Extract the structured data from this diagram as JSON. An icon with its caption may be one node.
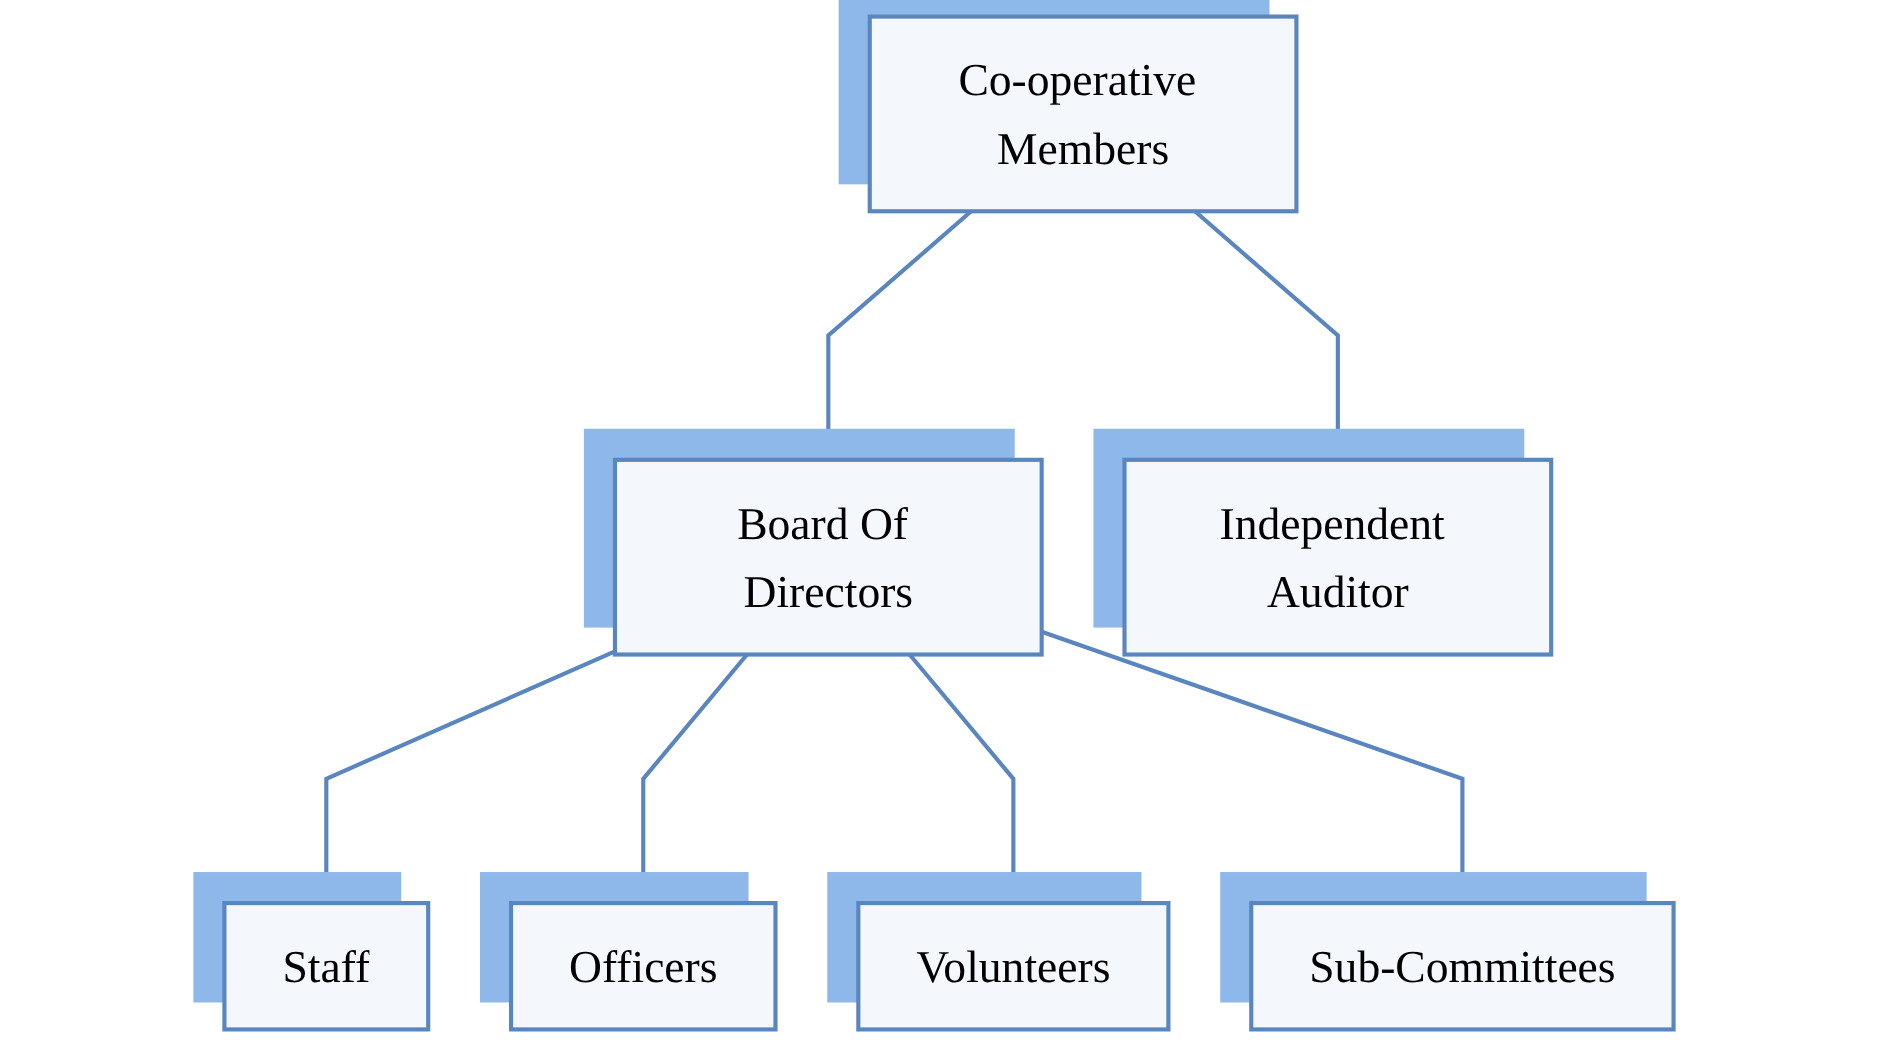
{
  "diagram": {
    "nodes": [
      {
        "text": [
          "Co-operative Members"
        ]
      },
      {
        "text": [
          "Board Of Directors"
        ]
      },
      {
        "text": [
          "Independent Auditor"
        ]
      },
      {
        "text": [
          "Staff"
        ]
      },
      {
        "text": [
          "Officers"
        ]
      },
      {
        "text": [
          "Volunteers"
        ]
      },
      {
        "text": [
          "Sub-Committees"
        ]
      }
    ],
    "edges": [
      {
        "from": 0,
        "to": 1,
        "arrow": "none"
      },
      {
        "from": 0,
        "to": 2,
        "arrow": "none"
      },
      {
        "from": 1,
        "to": 3,
        "arrow": "none"
      },
      {
        "from": 1,
        "to": 4,
        "arrow": "none"
      },
      {
        "from": 1,
        "to": 5,
        "arrow": "none"
      },
      {
        "from": 1,
        "to": 6,
        "arrow": "none"
      }
    ]
  }
}
